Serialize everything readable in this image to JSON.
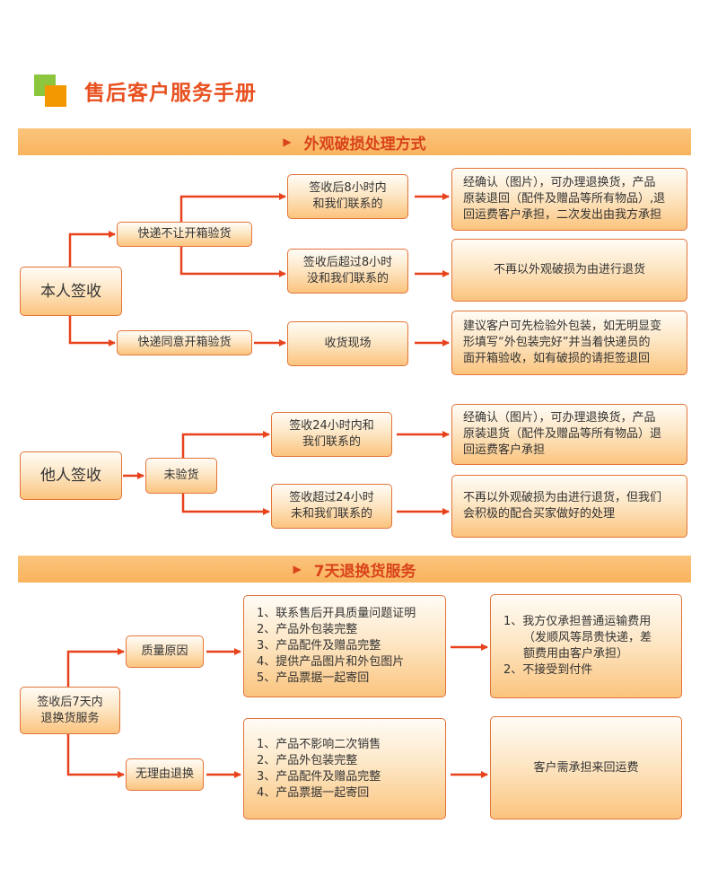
{
  "title": "售后客户服务手册",
  "sections": [
    {
      "label": "外观破损处理方式"
    },
    {
      "label": "7天退换货服务"
    }
  ],
  "damage": {
    "self_sign": "本人签收",
    "no_open": "快递不让开箱验货",
    "allow_open": "快递同意开箱验货",
    "within8": [
      "签收后8小时内",
      "和我们联系的"
    ],
    "over8": [
      "签收后超过8小时",
      "没和我们联系的"
    ],
    "inspect": "收货现场",
    "res_within8": [
      "经确认（图片），可办理退换货，产品",
      "原装退回（配件及赠品等所有物品）,退",
      "回运费客户承担，二次发出由我方承担"
    ],
    "res_over8": "不再以外观破损为由进行退货",
    "res_inspect": [
      "建议客户可先检验外包装，如无明显变",
      "形填写“外包装完好”并当着快递员的",
      "面开箱验收，如有破损的请拒签退回"
    ],
    "other_sign": "他人签收",
    "uninspected": "未验货",
    "within24": [
      "签收24小时内和",
      "我们联系的"
    ],
    "over24": [
      "签收超过24小时",
      "未和我们联系的"
    ],
    "res_within24": [
      "经确认（图片），可办理退换货，产品",
      "原装退货（配件及赠品等所有物品）退",
      "回运费客户承担"
    ],
    "res_over24": [
      "不再以外观破损为由进行退货，但我们",
      "会积极的配合买家做好的处理"
    ]
  },
  "returns": {
    "root": [
      "签收后7天内",
      "退换货服务"
    ],
    "quality": "质量原因",
    "no_reason": "无理由退换",
    "quality_reqs": [
      "1、联系售后开具质量问题证明",
      "2、产品外包装完整",
      "3、产品配件及赠品完整",
      "4、提供产品图片和外包图片",
      "5、产品票据一起寄回"
    ],
    "no_reason_reqs": [
      "1、产品不影响二次销售",
      "2、产品外包装完整",
      "3、产品配件及赠品完整",
      "4、产品票据一起寄回"
    ],
    "quality_res": [
      "1、我方仅承担普通运输费用",
      "（发顺风等昂贵快递，差",
      "额费用由客户承担）",
      "2、不接受到付件"
    ],
    "no_reason_res": "客户需承担来回运费"
  },
  "colors": {
    "accent": "#e8501f",
    "logo_green": "#8cc63e",
    "logo_orange": "#f39800",
    "banner": "#f9b35d"
  }
}
